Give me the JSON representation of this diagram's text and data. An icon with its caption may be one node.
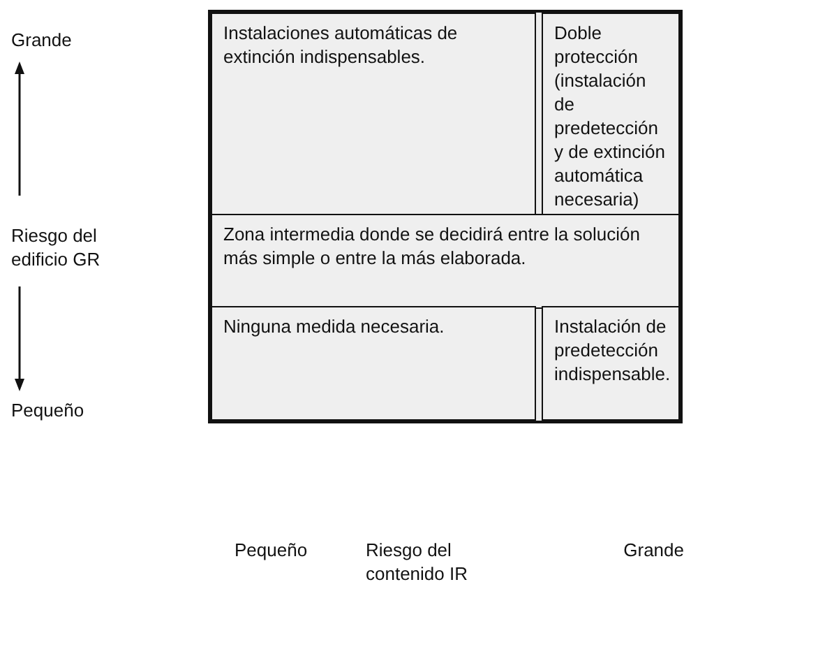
{
  "diagram": {
    "nodes": [
      {
        "text": [
          "Instalaciones automáticas de extinción indispensables."
        ]
      },
      {
        "text": [
          "Doble protección (instalación de predetección y de extinción automática necesaria)"
        ]
      },
      {
        "text": [
          "Zona intermedia donde se decidirá entre la solución más simple o entre la más elaborada."
        ]
      },
      {
        "text": [
          "Ninguna medida necesaria."
        ]
      },
      {
        "text": [
          "Instalación de predetección indispensable."
        ]
      }
    ],
    "edges": [],
    "labels": [
      "Grande",
      "Riesgo del edificio GR",
      "Pequeño",
      "Pequeño",
      "Riesgo del contenido IR",
      "Grande"
    ]
  }
}
